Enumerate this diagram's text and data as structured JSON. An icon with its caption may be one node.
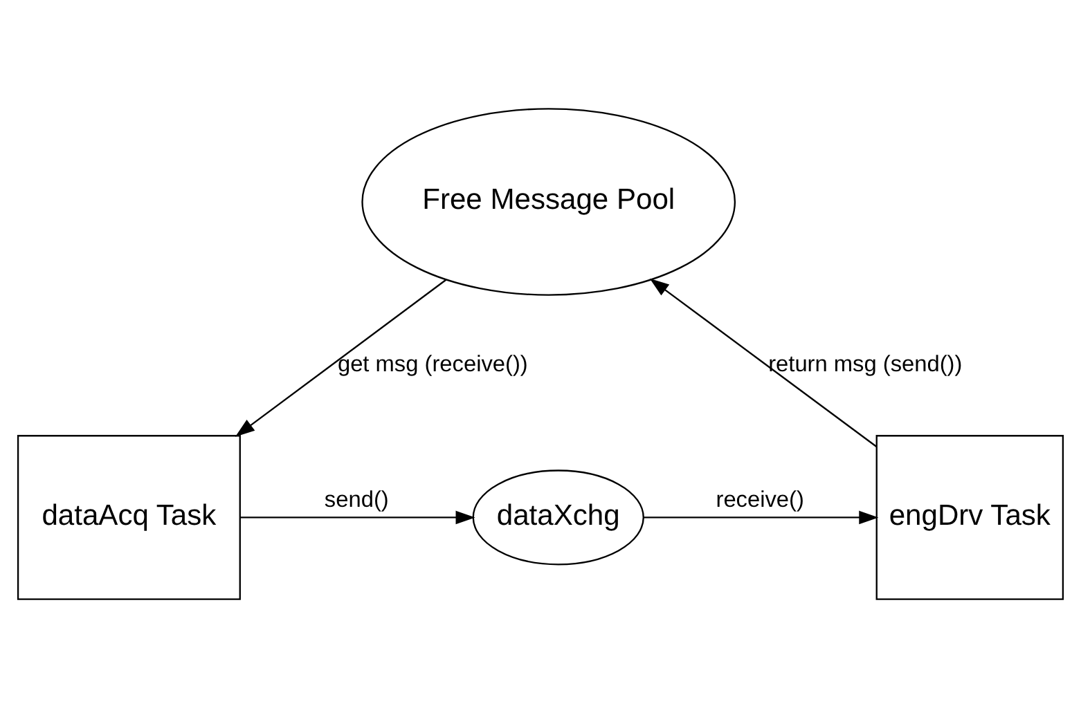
{
  "diagram": {
    "nodes": [
      {
        "text": [
          "Free Message Pool"
        ]
      },
      {
        "text": [
          "dataAcq Task"
        ]
      },
      {
        "text": [
          "dataXchg"
        ]
      },
      {
        "text": [
          "engDrv Task"
        ]
      }
    ],
    "edges": [
      {
        "from": 0,
        "to": 1,
        "arrow": "to",
        "label": "get msg (receive())"
      },
      {
        "from": 1,
        "to": 2,
        "arrow": "to",
        "label": "send()"
      },
      {
        "from": 2,
        "to": 3,
        "arrow": "to",
        "label": "receive()"
      },
      {
        "from": 3,
        "to": 0,
        "arrow": "to",
        "label": "return msg (send())"
      }
    ]
  }
}
